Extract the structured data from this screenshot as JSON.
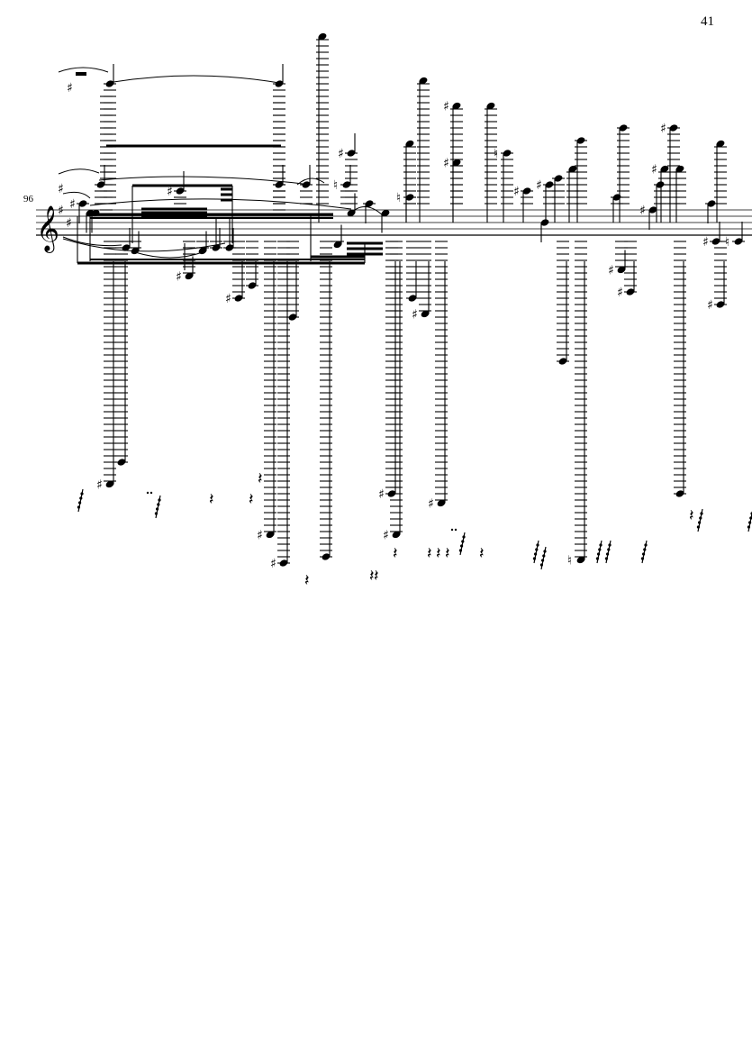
{
  "page": {
    "page_number": "41",
    "measure_number": "96"
  },
  "staff": {
    "clef": "treble",
    "clef_glyph": "𝄞",
    "key_signature": [
      "sharp",
      "sharp",
      "sharp"
    ]
  },
  "glyphs": {
    "sharp": "♯",
    "natural": "♮",
    "rest": "𝄽"
  },
  "notes": [
    {
      "id": "n1",
      "step": 6,
      "dir": "down",
      "acc": "sharp"
    },
    {
      "id": "n2",
      "step": 3,
      "dir": "down",
      "acc": ""
    },
    {
      "id": "n3",
      "step": 3,
      "dir": "down",
      "acc": ""
    },
    {
      "id": "n4",
      "step": 12,
      "dir": "up",
      "acc": ""
    },
    {
      "id": "n5",
      "step": 44,
      "dir": "up",
      "acc": ""
    },
    {
      "id": "n6",
      "step": -76,
      "dir": "up",
      "acc": ""
    },
    {
      "id": "n7",
      "step": -83,
      "dir": "up",
      "acc": "sharp"
    },
    {
      "id": "n8",
      "step": -8,
      "dir": "up",
      "acc": ""
    },
    {
      "id": "n9",
      "step": -9,
      "dir": "up",
      "acc": ""
    },
    {
      "id": "n10",
      "step": 10,
      "dir": "up",
      "acc": "sharp"
    },
    {
      "id": "n11",
      "step": -17,
      "dir": "up",
      "acc": "sharp"
    },
    {
      "id": "n12",
      "step": -9,
      "dir": "up",
      "acc": ""
    },
    {
      "id": "n13",
      "step": -8,
      "dir": "up",
      "acc": ""
    },
    {
      "id": "n14",
      "step": -8,
      "dir": "up",
      "acc": ""
    },
    {
      "id": "n15",
      "step": -24,
      "dir": "up",
      "acc": "sharp"
    },
    {
      "id": "n16",
      "step": -20,
      "dir": "up",
      "acc": ""
    },
    {
      "id": "n17",
      "step": -99,
      "dir": "up",
      "acc": "sharp"
    },
    {
      "id": "n18",
      "step": 44,
      "dir": "up",
      "acc": ""
    },
    {
      "id": "n19",
      "step": 12,
      "dir": "up",
      "acc": ""
    },
    {
      "id": "n20",
      "step": -108,
      "dir": "up",
      "acc": "sharp"
    },
    {
      "id": "n21",
      "step": -30,
      "dir": "up",
      "acc": ""
    },
    {
      "id": "n22",
      "step": 12,
      "dir": "up",
      "acc": ""
    },
    {
      "id": "n23",
      "step": 59,
      "dir": "down",
      "acc": ""
    },
    {
      "id": "n24",
      "step": -106,
      "dir": "up",
      "acc": ""
    },
    {
      "id": "n25",
      "step": 12,
      "dir": "up",
      "acc": "natural"
    },
    {
      "id": "n26",
      "step": 22,
      "dir": "up",
      "acc": "sharp"
    },
    {
      "id": "n27",
      "step": -7,
      "dir": "up",
      "acc": ""
    },
    {
      "id": "n28",
      "step": 3,
      "dir": "up",
      "acc": ""
    },
    {
      "id": "n29",
      "step": 6,
      "dir": "down",
      "acc": ""
    },
    {
      "id": "n30",
      "step": 3,
      "dir": "down",
      "acc": ""
    },
    {
      "id": "n31",
      "step": -86,
      "dir": "up",
      "acc": "sharp"
    },
    {
      "id": "n32",
      "step": -99,
      "dir": "up",
      "acc": "sharp"
    },
    {
      "id": "n33",
      "step": 8,
      "dir": "down",
      "acc": "natural"
    },
    {
      "id": "n34",
      "step": 25,
      "dir": "down",
      "acc": ""
    },
    {
      "id": "n35",
      "step": -24,
      "dir": "up",
      "acc": ""
    },
    {
      "id": "n36",
      "step": 45,
      "dir": "down",
      "acc": ""
    },
    {
      "id": "n37",
      "step": -29,
      "dir": "up",
      "acc": "sharp"
    },
    {
      "id": "n38",
      "step": 37,
      "dir": "down",
      "acc": "sharp"
    },
    {
      "id": "n39",
      "step": 19,
      "dir": "down",
      "acc": "sharp"
    },
    {
      "id": "n40",
      "step": -89,
      "dir": "up",
      "acc": "sharp"
    },
    {
      "id": "n41",
      "step": 37,
      "dir": "down",
      "acc": ""
    },
    {
      "id": "n42",
      "step": 22,
      "dir": "down",
      "acc": "natural"
    },
    {
      "id": "n43",
      "step": 10,
      "dir": "down",
      "acc": "sharp"
    },
    {
      "id": "n44",
      "step": 0,
      "dir": "down",
      "acc": ""
    },
    {
      "id": "n45",
      "step": 12,
      "dir": "down",
      "acc": "sharp"
    },
    {
      "id": "n46",
      "step": 14,
      "dir": "down",
      "acc": ""
    },
    {
      "id": "n47",
      "step": -44,
      "dir": "up",
      "acc": ""
    },
    {
      "id": "n48",
      "step": 17,
      "dir": "down",
      "acc": ""
    },
    {
      "id": "n49",
      "step": 26,
      "dir": "down",
      "acc": ""
    },
    {
      "id": "n50",
      "step": -107,
      "dir": "up",
      "acc": "natural"
    },
    {
      "id": "n51",
      "step": 8,
      "dir": "down",
      "acc": ""
    },
    {
      "id": "n52",
      "step": 30,
      "dir": "down",
      "acc": ""
    },
    {
      "id": "n53",
      "step": -15,
      "dir": "up",
      "acc": "sharp"
    },
    {
      "id": "n54",
      "step": -22,
      "dir": "up",
      "acc": "sharp"
    },
    {
      "id": "n55",
      "step": 4,
      "dir": "down",
      "acc": "sharp"
    },
    {
      "id": "n56",
      "step": 12,
      "dir": "down",
      "acc": ""
    },
    {
      "id": "n57",
      "step": 17,
      "dir": "down",
      "acc": "sharp"
    },
    {
      "id": "n58",
      "step": 30,
      "dir": "down",
      "acc": "sharp"
    },
    {
      "id": "n59",
      "step": 17,
      "dir": "down",
      "acc": ""
    },
    {
      "id": "n60",
      "step": -86,
      "dir": "up",
      "acc": ""
    },
    {
      "id": "n61",
      "step": 6,
      "dir": "down",
      "acc": ""
    },
    {
      "id": "n62",
      "step": 25,
      "dir": "down",
      "acc": ""
    },
    {
      "id": "n63",
      "step": -6,
      "dir": "up",
      "acc": "sharp"
    },
    {
      "id": "n64",
      "step": -26,
      "dir": "up",
      "acc": "sharp"
    },
    {
      "id": "n65",
      "step": -6,
      "dir": "up",
      "acc": "natural"
    }
  ],
  "rests": [
    {
      "id": "r1",
      "kind": "rest-cluster"
    },
    {
      "id": "r2",
      "kind": "dotted-rest-cluster"
    },
    {
      "id": "r3",
      "kind": "quarter-rest"
    },
    {
      "id": "r4",
      "kind": "quarter-rest"
    },
    {
      "id": "r5",
      "kind": "quarter-rest"
    },
    {
      "id": "r6",
      "kind": "quarter-rest"
    },
    {
      "id": "r7",
      "kind": "quarter-rest"
    },
    {
      "id": "r8",
      "kind": "quarter-rest"
    },
    {
      "id": "r9",
      "kind": "quarter-rest"
    },
    {
      "id": "r10",
      "kind": "quarter-rest"
    },
    {
      "id": "r11",
      "kind": "quarter-rest"
    },
    {
      "id": "r12",
      "kind": "quarter-rest"
    },
    {
      "id": "r13",
      "kind": "dotted-rest-cluster"
    },
    {
      "id": "r14",
      "kind": "quarter-rest"
    },
    {
      "id": "r15",
      "kind": "rest-cluster"
    },
    {
      "id": "r16",
      "kind": "rest-cluster"
    },
    {
      "id": "r17",
      "kind": "rest-cluster"
    },
    {
      "id": "r18",
      "kind": "rest-cluster"
    },
    {
      "id": "r19",
      "kind": "rest-cluster"
    },
    {
      "id": "r20",
      "kind": "quarter-rest"
    },
    {
      "id": "r21",
      "kind": "rest-cluster"
    },
    {
      "id": "r22",
      "kind": "rest-cluster"
    }
  ]
}
